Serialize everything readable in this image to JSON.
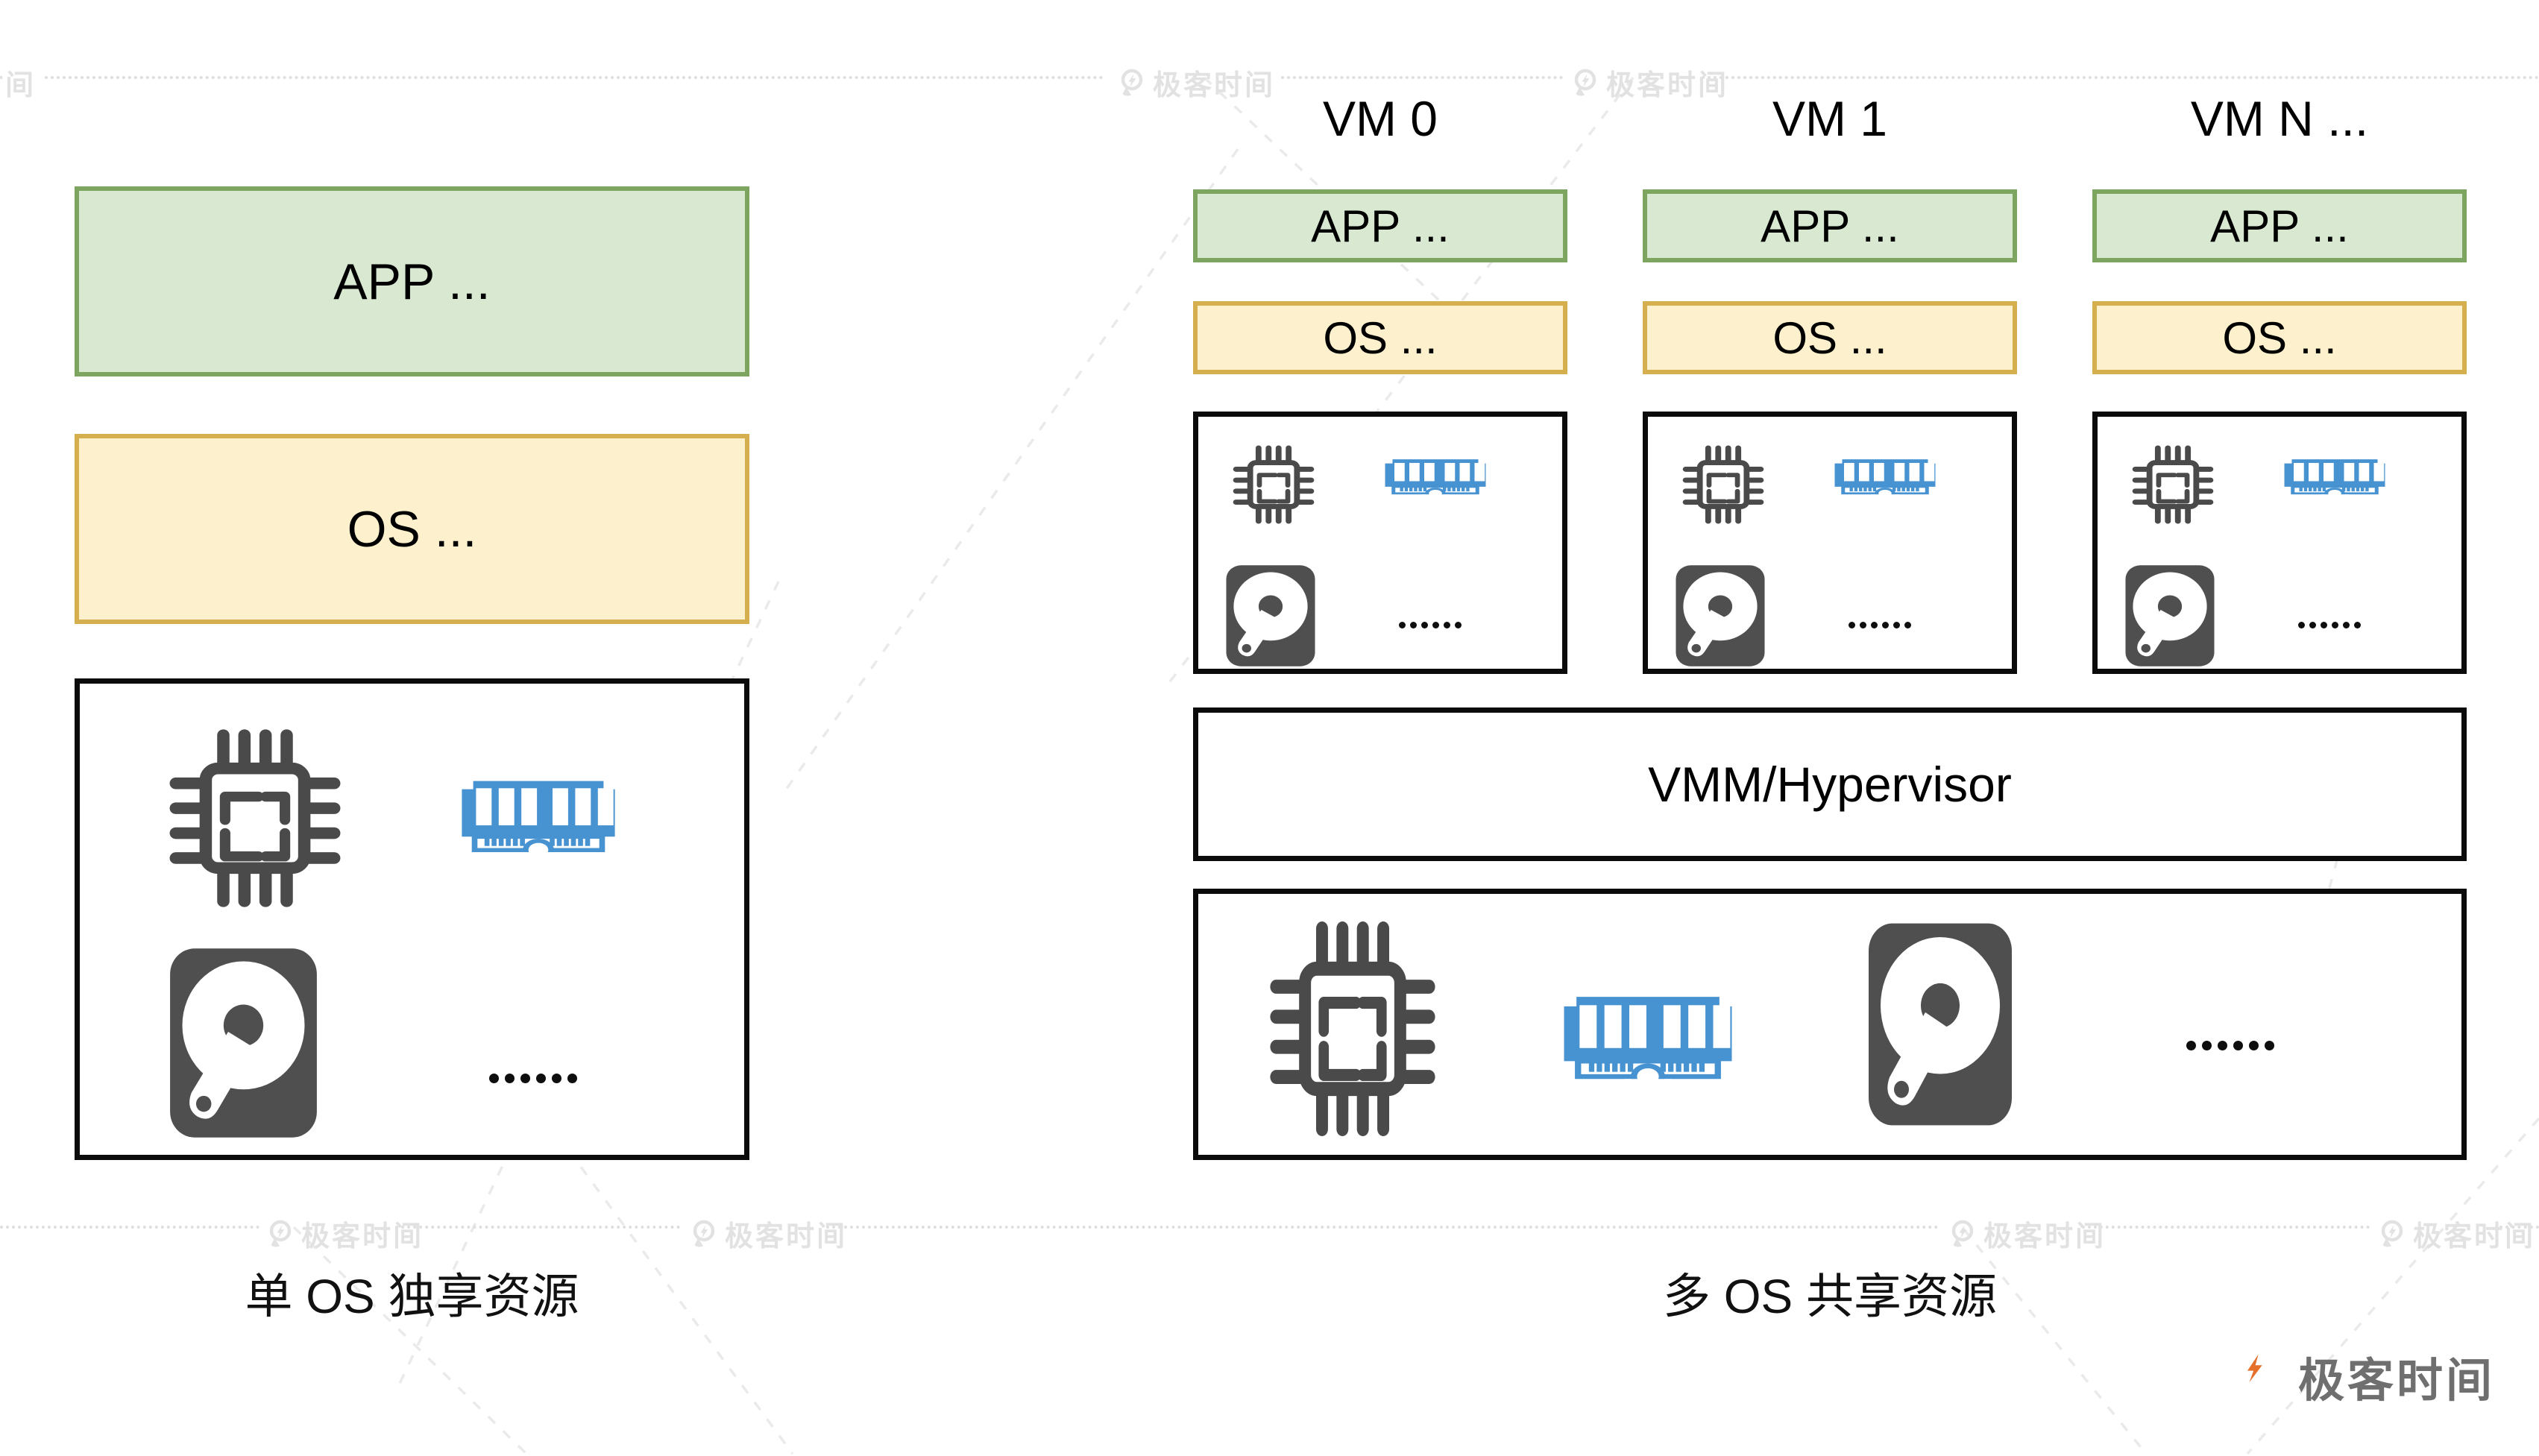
{
  "left_panel": {
    "app_label": "APP ...",
    "os_label": "OS ...",
    "ellipsis": "……",
    "caption": "单 OS 独享资源"
  },
  "right_panel": {
    "vms": [
      {
        "name": "VM 0",
        "app_label": "APP ...",
        "os_label": "OS ...",
        "ellipsis": "……"
      },
      {
        "name": "VM 1",
        "app_label": "APP ...",
        "os_label": "OS ...",
        "ellipsis": "……"
      },
      {
        "name": "VM N ...",
        "app_label": "APP ...",
        "os_label": "OS ...",
        "ellipsis": "……"
      }
    ],
    "vmm_label": "VMM/Hypervisor",
    "shared_ellipsis": "……",
    "caption": "多 OS 共享资源"
  },
  "watermark": {
    "brand": "极客时间"
  },
  "footer": {
    "brand": "极客时间"
  },
  "icons": {
    "cpu": "cpu-chip-icon",
    "memory": "ram-icon",
    "disk": "hdd-icon",
    "brand": "geektime-pin-icon"
  },
  "colors": {
    "app_fill": "#D9E8D1",
    "app_border": "#7EA55F",
    "os_fill": "#FDF0CC",
    "os_border": "#D5AE4D",
    "hw_border": "#0B0B0B",
    "ram_blue": "#4792D1",
    "icon_gray": "#4A4A4A",
    "hdd_gray": "#4F4F4F",
    "watermark_gray": "#E2E2E2",
    "brand_orange": "#E5702B",
    "brand_text_gray": "#6F6F6F"
  }
}
